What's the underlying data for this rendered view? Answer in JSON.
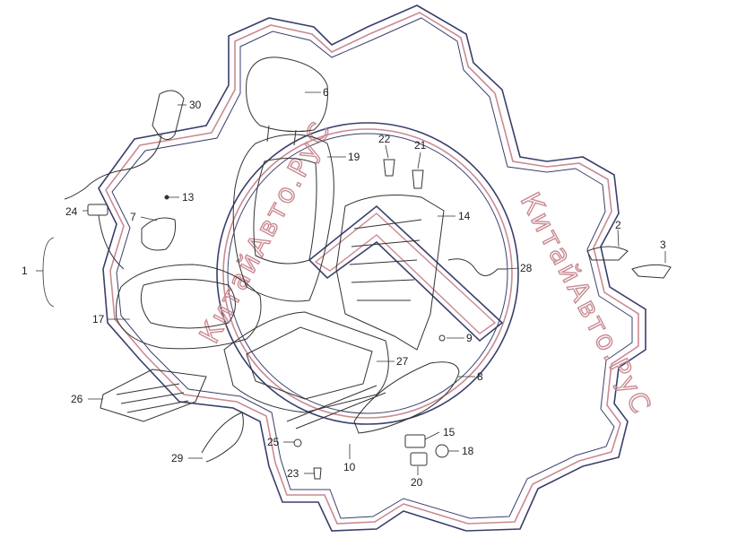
{
  "watermark": {
    "text_top": "КитайАвто.РуС",
    "text_right": "КитайАвто.РуС",
    "color_outer": "#3a3f6b",
    "color_inner": "#c98a92"
  },
  "callouts": {
    "c1": "1",
    "c2": "2",
    "c3": "3",
    "c6": "6",
    "c7": "7",
    "c8": "8",
    "c9": "9",
    "c10": "10",
    "c13": "13",
    "c14": "14",
    "c15": "15",
    "c17": "17",
    "c18": "18",
    "c19": "19",
    "c20": "20",
    "c21": "21",
    "c22": "22",
    "c23": "23",
    "c24": "24",
    "c25": "25",
    "c26": "26",
    "c27": "27",
    "c28": "28",
    "c29": "29",
    "c30": "30"
  },
  "colors": {
    "line": "#333333",
    "background": "#ffffff"
  }
}
